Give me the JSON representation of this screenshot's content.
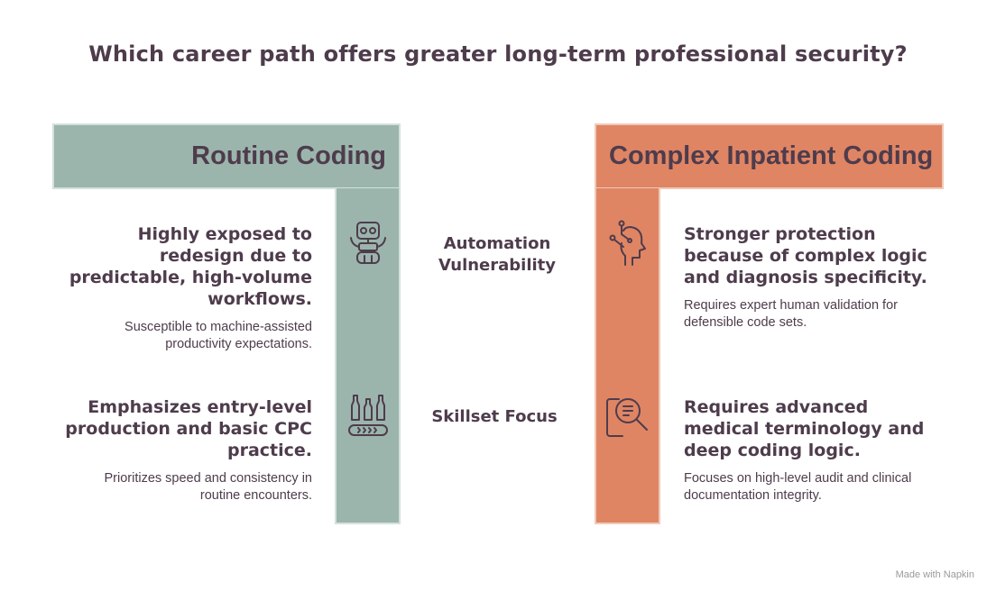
{
  "title": "Which career path offers greater long-term professional security?",
  "left": {
    "header": "Routine Coding",
    "rows": [
      {
        "heading": "Highly exposed to redesign due to predictable, high-volume workflows.",
        "desc": "Susceptible to machine-assisted productivity expectations.",
        "icon": "robot-icon"
      },
      {
        "heading": "Emphasizes entry-level production and basic CPC practice.",
        "desc": "Prioritizes speed and consistency in routine encounters.",
        "icon": "bottles-conveyor-icon"
      }
    ]
  },
  "right": {
    "header": "Complex Inpatient Coding",
    "rows": [
      {
        "heading": "Stronger protection because of complex logic and diagnosis specificity.",
        "desc": "Requires expert human validation for defensible code sets.",
        "icon": "head-circuit-icon"
      },
      {
        "heading": "Requires advanced medical terminology and deep coding logic.",
        "desc": "Focuses on high-level audit and clinical documentation integrity.",
        "icon": "document-search-icon"
      }
    ]
  },
  "criteria": [
    "Automation Vulnerability",
    "Skillset Focus"
  ],
  "footer": "Made with Napkin",
  "colors": {
    "left_accent": "#9bb5ac",
    "right_accent": "#df8564",
    "text": "#4e3c4c"
  }
}
